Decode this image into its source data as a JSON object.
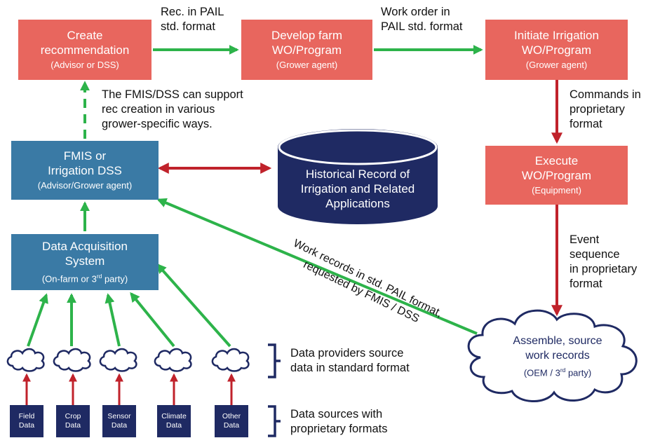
{
  "nodes": {
    "create_rec": {
      "title": "Create\nrecommendation",
      "sub": "(Advisor or DSS)"
    },
    "develop_wo": {
      "title": "Develop farm\nWO/Program",
      "sub": "(Grower agent)"
    },
    "initiate_wo": {
      "title": "Initiate Irrigation\nWO/Program",
      "sub": "(Grower agent)"
    },
    "execute_wo": {
      "title": "Execute\nWO/Program",
      "sub": "(Equipment)"
    },
    "fmis": {
      "title": "FMIS or\nIrrigation DSS",
      "sub": "(Advisor/Grower agent)"
    },
    "daq": {
      "title": "Data Acquisition\nSystem",
      "sub_prefix": "(On-farm or 3",
      "sub_sup": "rd",
      "sub_suffix": " party)"
    },
    "historical": {
      "title": "Historical Record of Irrigation and Related Applications"
    },
    "assemble": {
      "title": "Assemble, source\nwork records",
      "sub_prefix": "(OEM / 3",
      "sub_sup": "rd",
      "sub_suffix": " party)"
    }
  },
  "labels": {
    "rec_pail": "Rec. in PAIL\nstd. format",
    "wo_pail": "Work order in\nPAIL std. format",
    "commands": "Commands in\nproprietary\nformat",
    "fmis_support": "The FMIS/DSS can support\nrec creation in various\ngrower-specific ways.",
    "event_seq": "Event\nsequence\nin proprietary\nformat",
    "work_records": "Work records in std. PAIL format,\nrequested by FMIS / DSS",
    "providers": "Data providers source\ndata in standard format",
    "sources": "Data sources with\nproprietary formats"
  },
  "sources": [
    {
      "label": "Field\nData"
    },
    {
      "label": "Crop\nData"
    },
    {
      "label": "Sensor\nData"
    },
    {
      "label": "Climate\nData"
    },
    {
      "label": "Other\nData"
    }
  ],
  "colors": {
    "red_box": "#e8665e",
    "blue_box": "#3a7aa5",
    "navy": "#1f2a63",
    "green_arrow": "#2db34a",
    "red_arrow": "#c0222b"
  }
}
